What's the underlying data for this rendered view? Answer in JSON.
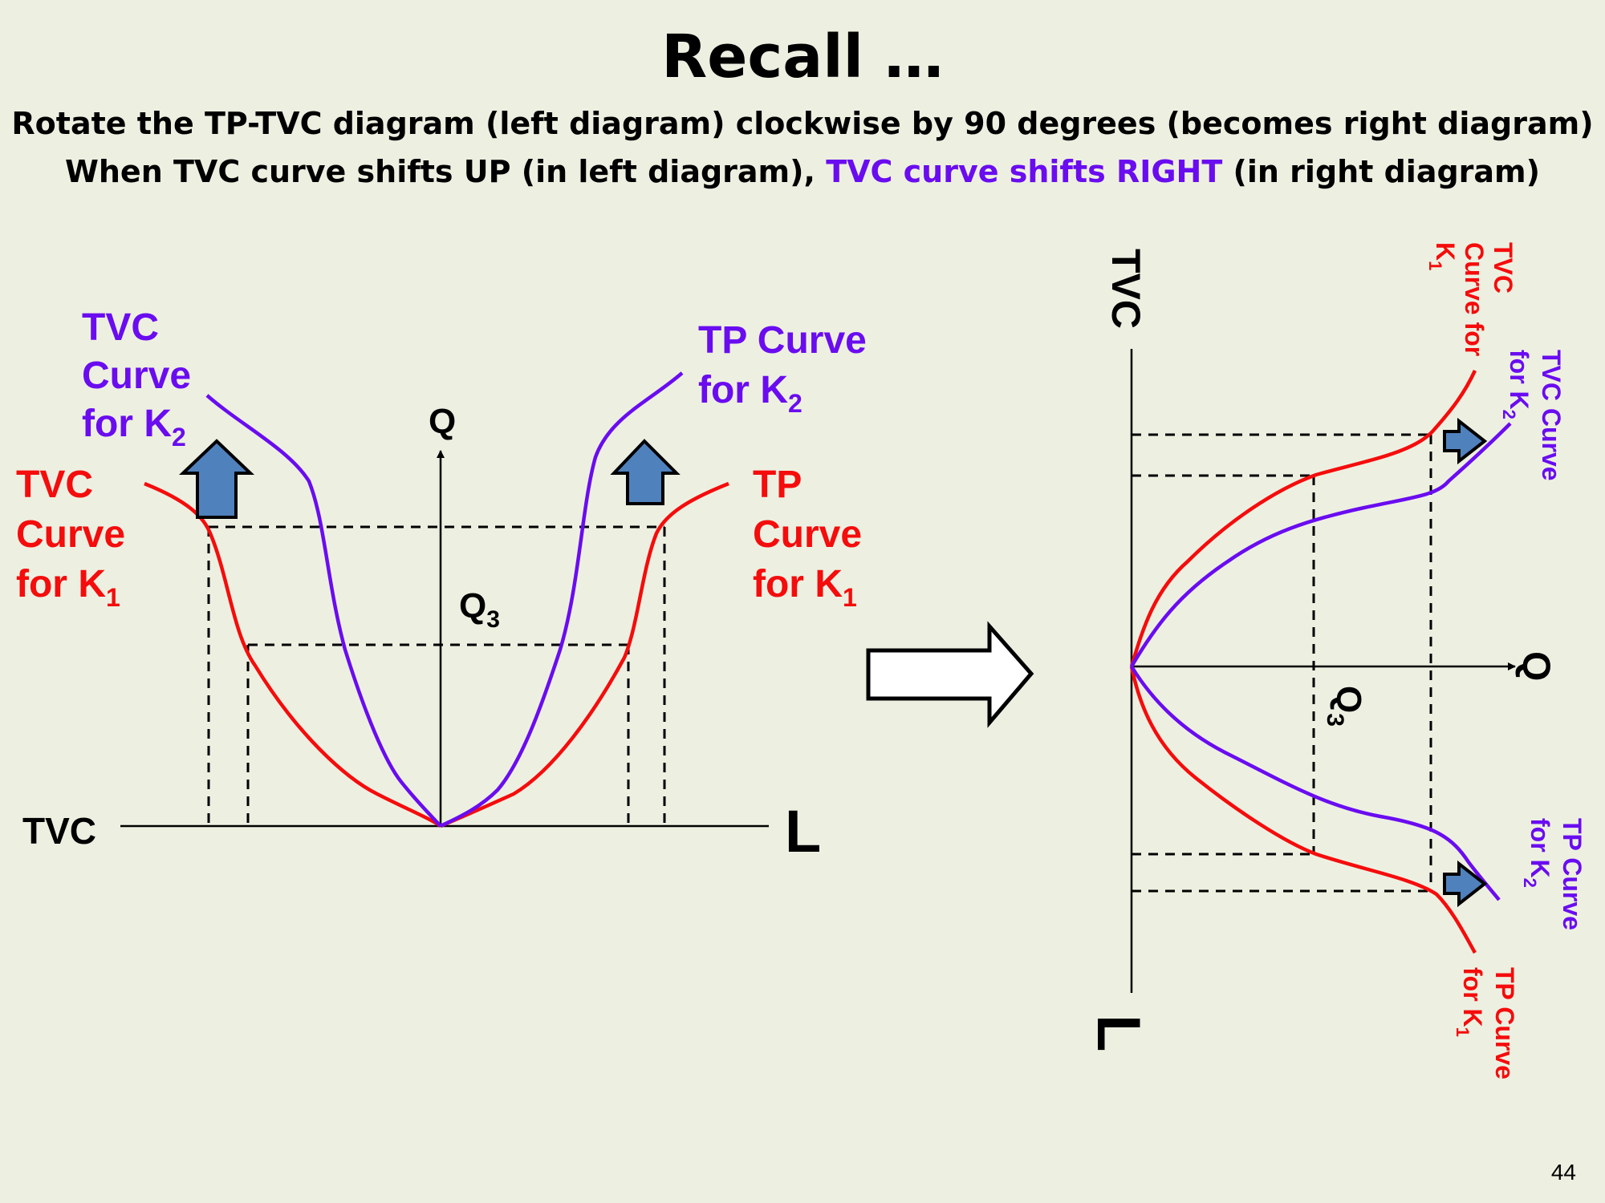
{
  "slide": {
    "title": "Recall …",
    "subtitle_line1": "Rotate the TP-TVC diagram (left diagram) clockwise by 90 degrees (becomes right diagram)",
    "subtitle_line2_a": "When TVC curve shifts UP (in left diagram), ",
    "subtitle_line2_b": "TVC curve shifts RIGHT",
    "subtitle_line2_c": " (in right diagram)",
    "page_number": "44"
  },
  "colors": {
    "red": "#f50c0c",
    "purple": "#6a0cf0",
    "arrow_fill": "#4f81bd",
    "background": "#edf0e1"
  },
  "left_diagram": {
    "q_axis_label": "Q",
    "tvc_axis_label": "TVC",
    "l_axis_label": "L",
    "q3_label": "Q",
    "q3_sub": "3",
    "tvc_k2_line1": "TVC",
    "tvc_k2_line2": "Curve",
    "tvc_k2_line3": "for K",
    "tvc_k2_sub": "2",
    "tvc_k1_line1": "TVC",
    "tvc_k1_line2": "Curve",
    "tvc_k1_line3": "for K",
    "tvc_k1_sub": "1",
    "tp_k2_line1": "TP Curve",
    "tp_k2_line2": "for K",
    "tp_k2_sub": "2",
    "tp_k1_line1": "TP",
    "tp_k1_line2": "Curve",
    "tp_k1_line3": "for K",
    "tp_k1_sub": "1"
  },
  "right_diagram": {
    "tvc_axis_label": "TVC",
    "q_axis_label": "Q",
    "l_axis_label": "L",
    "q3_label": "Q",
    "q3_sub": "3",
    "tvc_k1_line1": "TVC",
    "tvc_k1_line2": "Curve for",
    "tvc_k1_line3": "K",
    "tvc_k1_sub": "1",
    "tvc_k2_line1": "TVC Curve",
    "tvc_k2_line2": "for K",
    "tvc_k2_sub": "2",
    "tp_k2_line1": "TP Curve",
    "tp_k2_line2": "for K",
    "tp_k2_sub": "2",
    "tp_k1_line1": "TP Curve",
    "tp_k1_line2": "for K",
    "tp_k1_sub": "1"
  }
}
